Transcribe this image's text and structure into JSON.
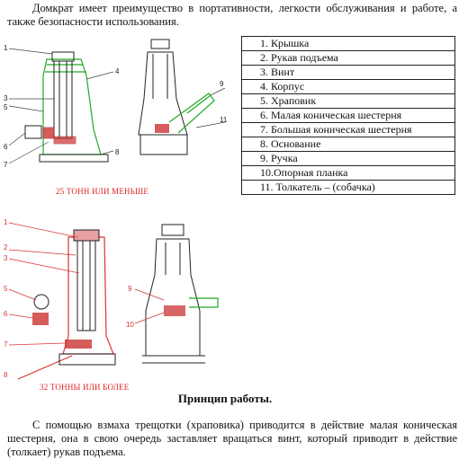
{
  "intro": "Домкрат имеет преимущество в портативности, легкости обслуживания и работе, а также безопасности использования.",
  "parts": [
    "1. Крышка",
    "2. Рукав подъема",
    "3. Винт",
    "4. Корпус",
    "5. Храповик",
    "6. Малая коническая шестерня",
    "7. Большая коническая шестерня",
    "8. Основание",
    "9. Ручка",
    "10.Опорная планка",
    "11. Толкатель – (собачка)"
  ],
  "captions": {
    "small": "25 ТОНН ИЛИ МЕНЬШЕ",
    "large": "32 ТОННЫ ИЛИ БОЛЕЕ"
  },
  "callouts": {
    "fig1": [
      "1",
      "3",
      "5",
      "6",
      "7",
      "4",
      "8"
    ],
    "fig2": [
      "9",
      "11"
    ],
    "fig3": [
      "1",
      "2",
      "3",
      "5",
      "6",
      "7",
      "8"
    ],
    "fig4": [
      "9",
      "10"
    ]
  },
  "heading": "Принцип работы.",
  "principle": "С помощью взмаха трещотки (храповика) приводится в действие малая коническая шестерня, она в свою очередь заставляет вращаться винт, который приводит в действие (толкает) рукав подъема."
}
